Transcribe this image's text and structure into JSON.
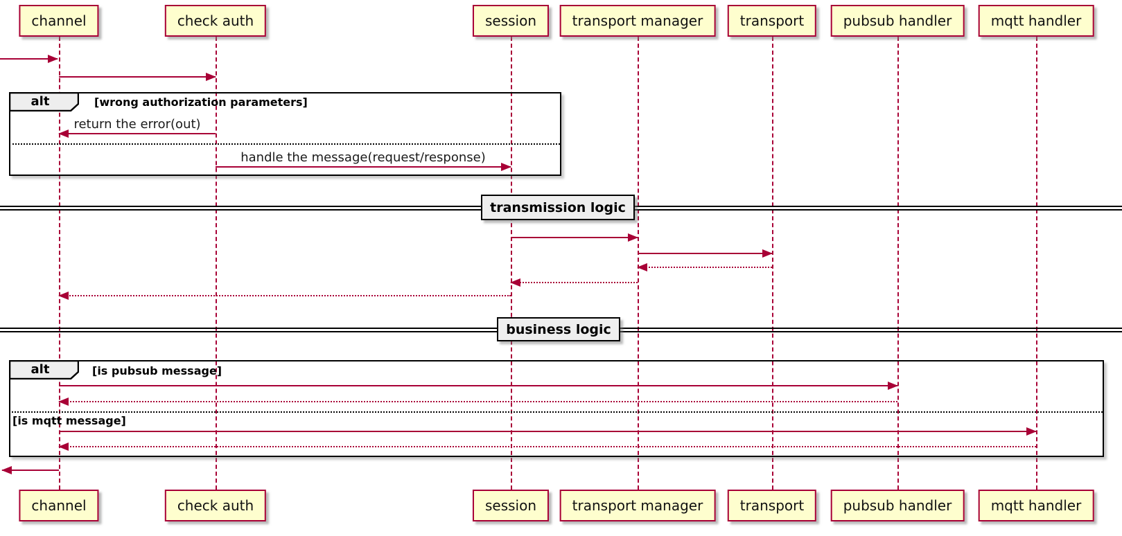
{
  "diagram_type": "uml-sequence",
  "colors": {
    "arrow": "#a80036",
    "lifeline": "#a80036",
    "participant_fill": "#fefece",
    "participant_border": "#a80036",
    "frame_border": "#000000",
    "fragment_label_fill": "#eeeeee",
    "background": "#ffffff",
    "text": "#000000"
  },
  "participants": [
    {
      "label": "channel"
    },
    {
      "label": "check auth"
    },
    {
      "label": "session"
    },
    {
      "label": "transport manager"
    },
    {
      "label": "transport"
    },
    {
      "label": "pubsub handler"
    },
    {
      "label": "mqtt handler"
    }
  ],
  "fragments": {
    "alt1": {
      "operator": "alt",
      "guard": "[wrong authorization parameters]"
    },
    "alt2": {
      "operator": "alt",
      "guard_pubsub": "[is pubsub message]",
      "guard_mqtt": "[is mqtt message]"
    }
  },
  "dividers": {
    "transmission": "transmission logic",
    "business": "business logic"
  },
  "flows": [
    {
      "from": "(external)",
      "to": "channel",
      "style": "solid",
      "label": ""
    },
    {
      "from": "channel",
      "to": "check auth",
      "style": "solid",
      "label": ""
    },
    {
      "from": "check auth",
      "to": "channel",
      "style": "solid",
      "label": "return the error(out)"
    },
    {
      "from": "check auth",
      "to": "session",
      "style": "solid",
      "label": "handle the message(request/response)"
    },
    {
      "from": "session",
      "to": "transport manager",
      "style": "solid",
      "label": ""
    },
    {
      "from": "transport manager",
      "to": "transport",
      "style": "solid",
      "label": ""
    },
    {
      "from": "transport",
      "to": "transport manager",
      "style": "dotted",
      "label": ""
    },
    {
      "from": "transport manager",
      "to": "session",
      "style": "dotted",
      "label": ""
    },
    {
      "from": "session",
      "to": "channel",
      "style": "dotted",
      "label": ""
    },
    {
      "from": "channel",
      "to": "pubsub handler",
      "style": "solid",
      "label": ""
    },
    {
      "from": "pubsub handler",
      "to": "channel",
      "style": "dotted",
      "label": ""
    },
    {
      "from": "channel",
      "to": "mqtt handler",
      "style": "solid",
      "label": ""
    },
    {
      "from": "mqtt handler",
      "to": "channel",
      "style": "dotted",
      "label": ""
    },
    {
      "from": "channel",
      "to": "(external)",
      "style": "solid",
      "label": ""
    }
  ]
}
